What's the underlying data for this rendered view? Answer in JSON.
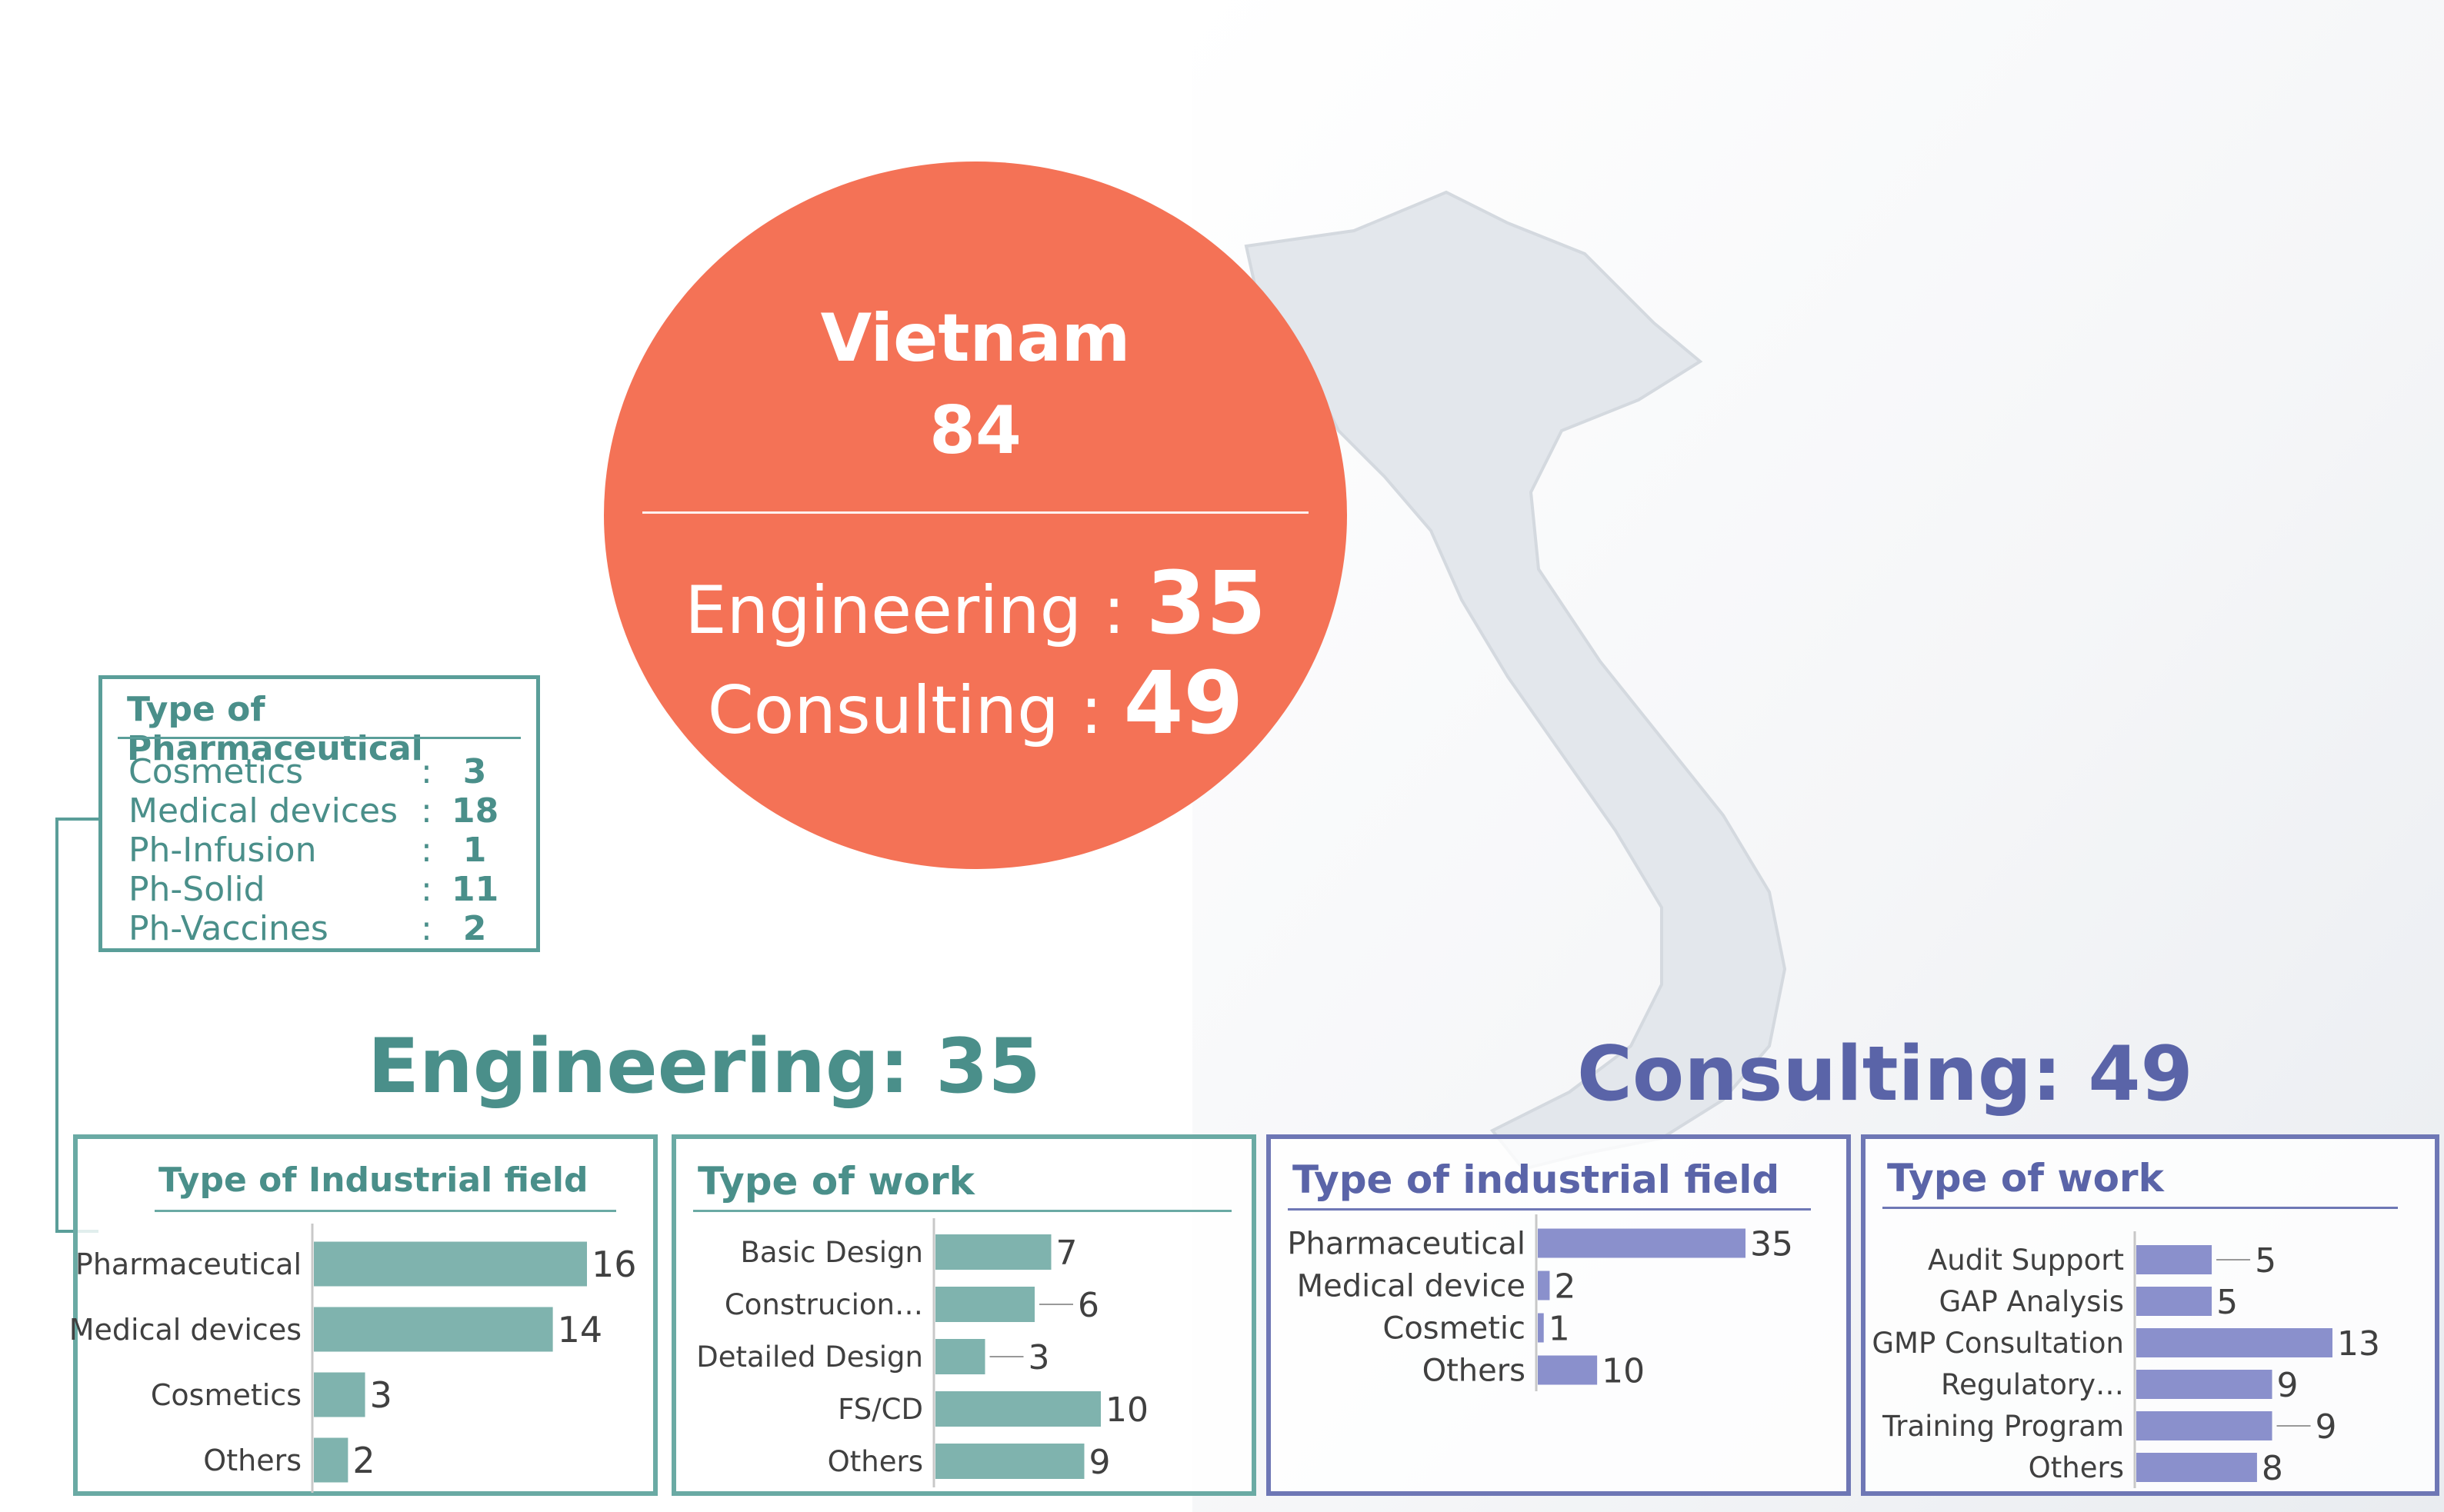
{
  "colors": {
    "circle": "#f47256",
    "engineering": "#4a8f8a",
    "engineering_bar": "#7fb3ae",
    "consulting": "#5a64a8",
    "consulting_bar": "#8a90cc"
  },
  "summary": {
    "country": "Vietnam",
    "total": "84",
    "engineering_label": "Engineering :",
    "engineering_value": "35",
    "consulting_label": "Consulting :",
    "consulting_value": "49"
  },
  "pharma": {
    "title": "Type of Pharmaceutical",
    "items": [
      {
        "label": "Cosmetics",
        "colon": ":",
        "value": "3"
      },
      {
        "label": "Medical devices",
        "colon": ":",
        "value": "18"
      },
      {
        "label": "Ph-Infusion",
        "colon": ":",
        "value": "1"
      },
      {
        "label": "Ph-Solid",
        "colon": ":",
        "value": "11"
      },
      {
        "label": "Ph-Vaccines",
        "colon": ":",
        "value": "2"
      }
    ]
  },
  "headings": {
    "engineering": "Engineering: 35",
    "consulting": "Consulting: 49"
  },
  "chart_data": [
    {
      "type": "bar",
      "orientation": "horizontal",
      "title": "Type of Industrial field",
      "categories": [
        "Pharmaceutical",
        "Medical devices",
        "Cosmetics",
        "Others"
      ],
      "values": [
        16,
        14,
        3,
        2
      ],
      "color": "#7fb3ae"
    },
    {
      "type": "bar",
      "orientation": "horizontal",
      "title": "Type of work",
      "categories": [
        "Basic Design",
        "Construcion…",
        "Detailed Design",
        "FS/CD",
        "Others"
      ],
      "values": [
        7,
        6,
        3,
        10,
        9
      ],
      "color": "#7fb3ae"
    },
    {
      "type": "bar",
      "orientation": "horizontal",
      "title": "Type of industrial field",
      "categories": [
        "Pharmaceutical",
        "Medical device",
        "Cosmetic",
        "Others"
      ],
      "values": [
        35,
        2,
        1,
        10
      ],
      "color": "#8a90cc"
    },
    {
      "type": "bar",
      "orientation": "horizontal",
      "title": "Type of work",
      "categories": [
        "Audit Support",
        "GAP Analysis",
        "GMP Consultation",
        "Regulatory…",
        "Training Program",
        "Others"
      ],
      "values": [
        5,
        5,
        13,
        9,
        9,
        8
      ],
      "color": "#8a90cc"
    }
  ]
}
